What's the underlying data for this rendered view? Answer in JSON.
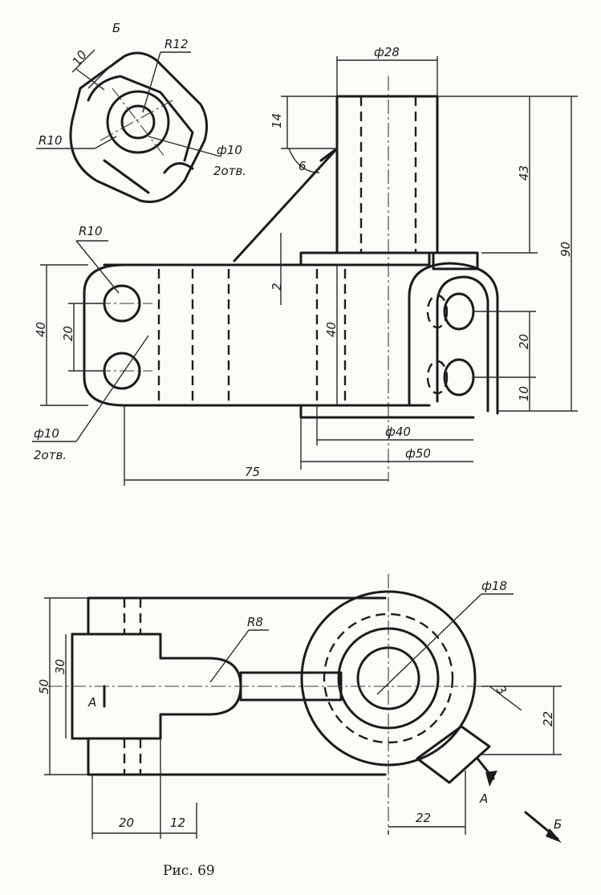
{
  "view_label_b": "Б",
  "section_label_a": "А",
  "direction_label_b": "Б",
  "figure_caption": "Рис. 69",
  "dimensions": {
    "top_view_b": {
      "d_10_width": "10",
      "r12": "R12",
      "r10": "R10",
      "hole_diam": "ф10",
      "hole_count": "2отв."
    },
    "front_view": {
      "d28": "ф28",
      "h14": "14",
      "angle6": "6",
      "h43": "43",
      "h90": "90",
      "r10": "R10",
      "h40_left": "40",
      "h20_left": "20",
      "gap2": "2",
      "h40_mid": "40",
      "h20_right": "20",
      "h10_right": "10",
      "hole_diam": "ф10",
      "hole_count": "2отв.",
      "d40": "ф40",
      "d50": "ф50",
      "len75": "75"
    },
    "plan_view": {
      "d18": "ф18",
      "r8": "R8",
      "w50": "50",
      "w30": "30",
      "w22_right": "22",
      "t3": "3",
      "l20": "20",
      "l12": "12",
      "l22": "22"
    }
  }
}
